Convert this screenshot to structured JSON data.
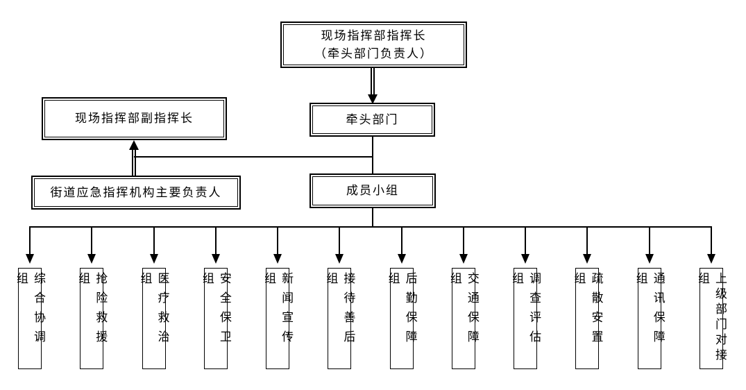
{
  "org": {
    "commander": {
      "line1": "现场指挥部指挥长",
      "line2": "（牵头部门负责人）"
    },
    "lead_department": "牵头部门",
    "deputy_commander": "现场指挥部副指挥长",
    "street_agency_head": "街道应急指挥机构主要负责人",
    "member_groups": "成员小组",
    "groups": [
      "综合协调组",
      "抢险救援组",
      "医疗救治组",
      "安全保卫组",
      "新闻宣传组",
      "接待善后组",
      "后勤保障组",
      "交通保障组",
      "调查评估组",
      "疏散安置组",
      "通讯保障组",
      "上级部门对接组"
    ]
  },
  "colors": {
    "line": "#000000",
    "background": "#ffffff",
    "text": "#000000"
  }
}
